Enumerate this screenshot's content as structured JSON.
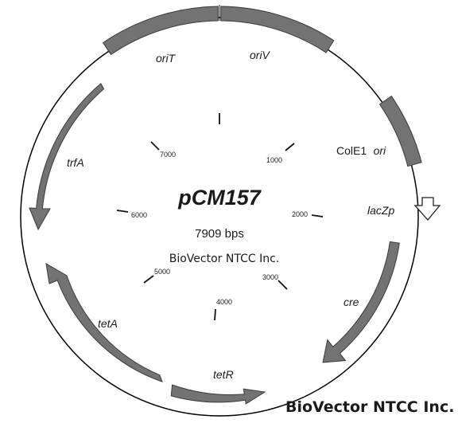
{
  "plasmid": {
    "name": "pCM157",
    "size_label": "7909 bps",
    "watermark_center": "BioVector NTCC Inc.",
    "watermark_corner": "BioVector NTCC Inc.",
    "ticks": [
      {
        "label": "1000"
      },
      {
        "label": "2000"
      },
      {
        "label": "3000"
      },
      {
        "label": "4000"
      },
      {
        "label": "5000"
      },
      {
        "label": "6000"
      },
      {
        "label": "7000"
      }
    ],
    "feature_labels": {
      "oriT": "oriT",
      "oriV": "oriV",
      "cole1_name": "ColE1",
      "cole1_ori": "ori",
      "lacZp": "lacZp",
      "cre": "cre",
      "tetR": "tetR",
      "tetA": "tetA",
      "trfA": "trfA"
    },
    "colors": {
      "backbone": "#000000",
      "feature_fill": "#737373",
      "feature_stroke": "#3a3a3a",
      "promoter_fill": "#ffffff"
    }
  }
}
